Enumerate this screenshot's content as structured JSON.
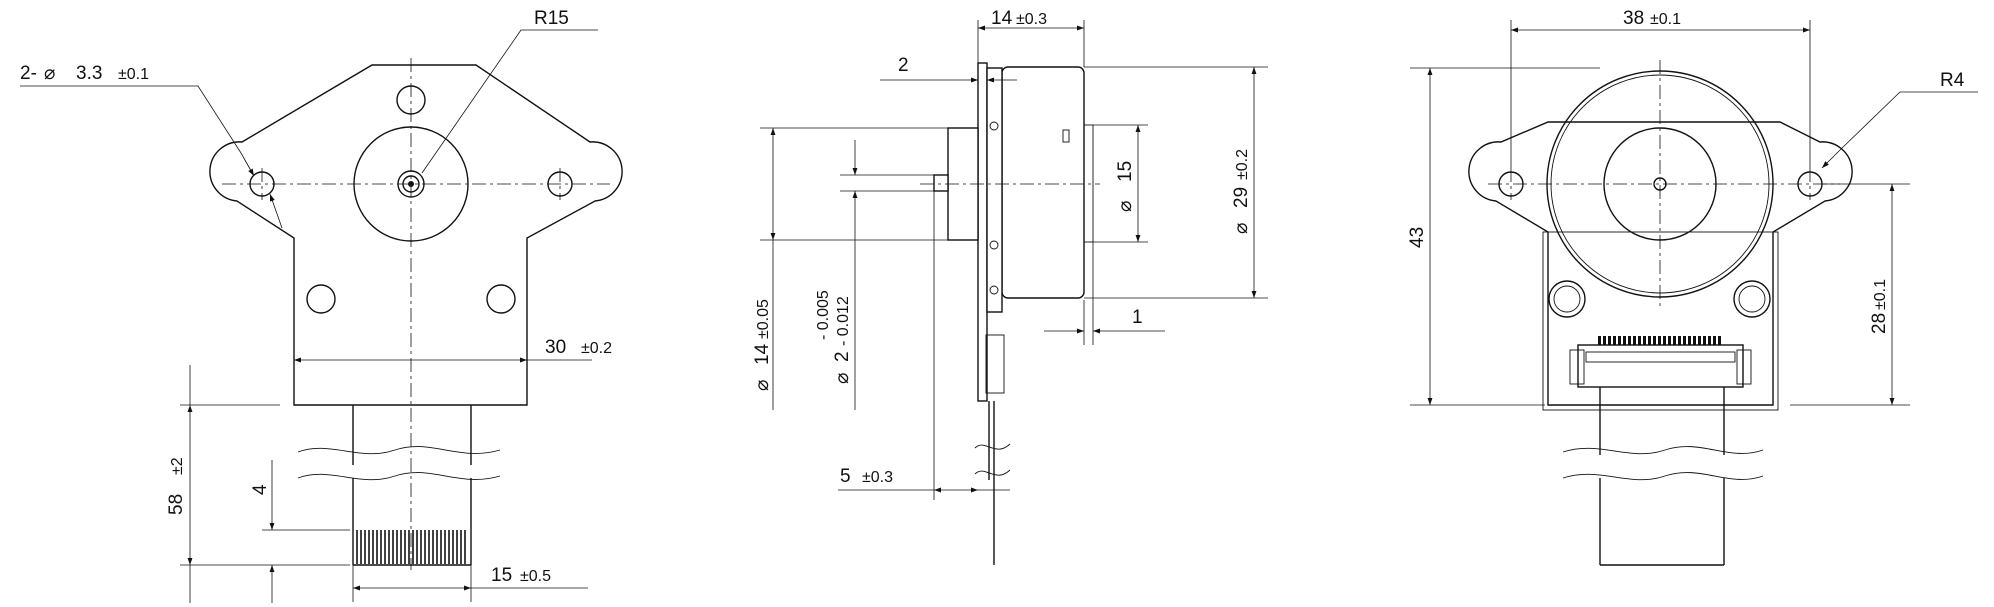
{
  "diagram": {
    "front_view": {
      "hole_dia_dim": {
        "prefix": "2-",
        "symbol": "⌀",
        "value": "3.3",
        "tol": "±0.1"
      },
      "radius_label": "R15",
      "width_dim": {
        "value": "30",
        "tol": "±0.2"
      },
      "cable_length_dim": {
        "value": "58",
        "tol": "±2"
      },
      "contact_len_dim": "4",
      "cable_width_dim": {
        "value": "15",
        "tol": "±0.5"
      }
    },
    "side_view": {
      "depth_dim": {
        "value": "14",
        "tol": "±0.3"
      },
      "flange_dim": "2",
      "boss_dia_dim": {
        "symbol": "⌀",
        "value": "14",
        "tol": "±0.05"
      },
      "shaft_dia_dim": {
        "symbol": "⌀",
        "value": "2",
        "tol_upper": "- 0.005",
        "tol_lower": "- 0.012"
      },
      "pinion_dia_dim": {
        "symbol": "⌀",
        "value": "15"
      },
      "body_dia_dim": {
        "symbol": "⌀",
        "value": "29",
        "tol": "±0.2"
      },
      "step_dim": "1",
      "shaft_len_dim": {
        "value": "5",
        "tol": "±0.3"
      }
    },
    "rear_view": {
      "hole_spacing_dim": {
        "value": "38",
        "tol": "±0.1"
      },
      "radius_label": "R4",
      "height_dim": "43",
      "hole_height_dim": {
        "value": "28",
        "tol": "±0.1"
      }
    }
  }
}
